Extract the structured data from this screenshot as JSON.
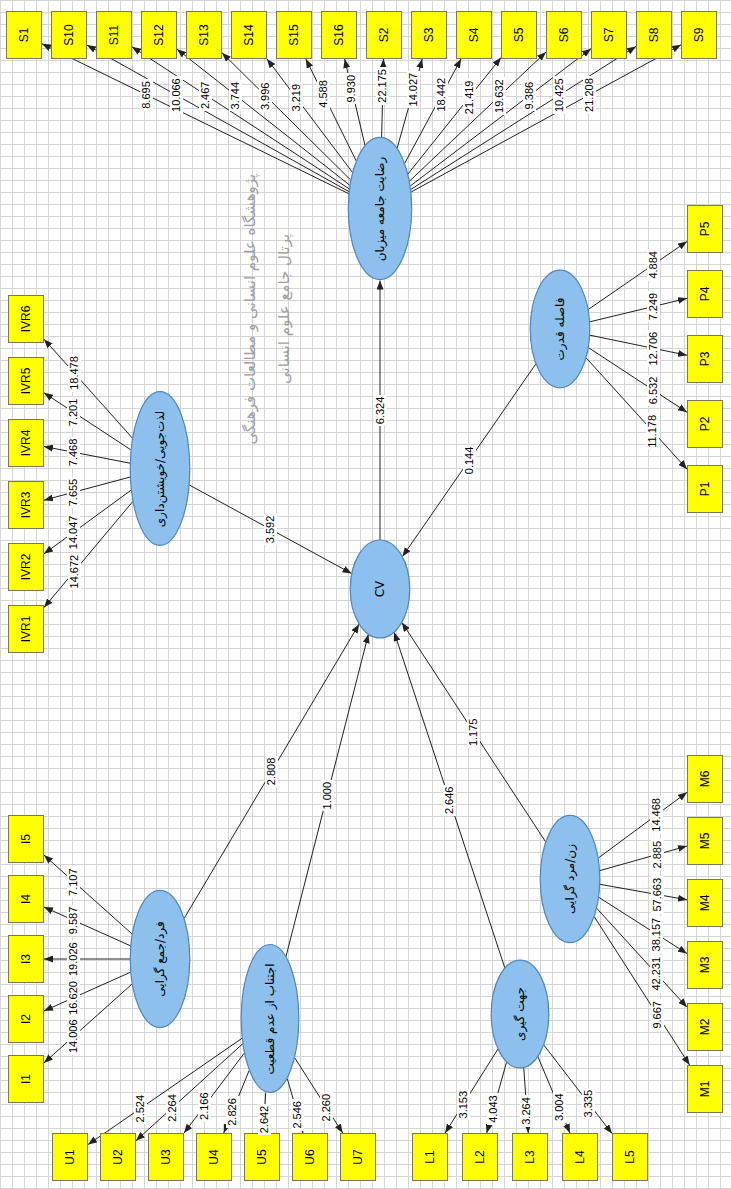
{
  "diagram": {
    "nodes": [
      {
        "text": [
          "رضایت جامعه میزبان"
        ]
      },
      {
        "text": [
          "S1"
        ]
      },
      {
        "text": [
          "S10"
        ]
      },
      {
        "text": [
          "S11"
        ]
      },
      {
        "text": [
          "S12"
        ]
      },
      {
        "text": [
          "S13"
        ]
      },
      {
        "text": [
          "S14"
        ]
      },
      {
        "text": [
          "S15"
        ]
      },
      {
        "text": [
          "S16"
        ]
      },
      {
        "text": [
          "S2"
        ]
      },
      {
        "text": [
          "S3"
        ]
      },
      {
        "text": [
          "S4"
        ]
      },
      {
        "text": [
          "S5"
        ]
      },
      {
        "text": [
          "S6"
        ]
      },
      {
        "text": [
          "S7"
        ]
      },
      {
        "text": [
          "S8"
        ]
      },
      {
        "text": [
          "S9"
        ]
      },
      {
        "text": [
          "لذت‌جویی/خویشتن‌داری"
        ]
      },
      {
        "text": [
          "IVR1"
        ]
      },
      {
        "text": [
          "IVR2"
        ]
      },
      {
        "text": [
          "IVR3"
        ]
      },
      {
        "text": [
          "IVR4"
        ]
      },
      {
        "text": [
          "IVR5"
        ]
      },
      {
        "text": [
          "IVR6"
        ]
      },
      {
        "text": [
          "فاصله قدرت"
        ]
      },
      {
        "text": [
          "P1"
        ]
      },
      {
        "text": [
          "P2"
        ]
      },
      {
        "text": [
          "P3"
        ]
      },
      {
        "text": [
          "P4"
        ]
      },
      {
        "text": [
          "P5"
        ]
      },
      {
        "text": [
          "CV"
        ]
      },
      {
        "text": [
          "فرد/جمع گرایی"
        ]
      },
      {
        "text": [
          "I1"
        ]
      },
      {
        "text": [
          "I2"
        ]
      },
      {
        "text": [
          "I3"
        ]
      },
      {
        "text": [
          "I4"
        ]
      },
      {
        "text": [
          "I5"
        ]
      },
      {
        "text": [
          "اجتناب از عدم قطعیت"
        ]
      },
      {
        "text": [
          "U1"
        ]
      },
      {
        "text": [
          "U2"
        ]
      },
      {
        "text": [
          "U3"
        ]
      },
      {
        "text": [
          "U4"
        ]
      },
      {
        "text": [
          "U5"
        ]
      },
      {
        "text": [
          "U6"
        ]
      },
      {
        "text": [
          "U7"
        ]
      },
      {
        "text": [
          "جهت گیری"
        ]
      },
      {
        "text": [
          "L1"
        ]
      },
      {
        "text": [
          "L2"
        ]
      },
      {
        "text": [
          "L3"
        ]
      },
      {
        "text": [
          "L4"
        ]
      },
      {
        "text": [
          "L5"
        ]
      },
      {
        "text": [
          "زن/مرد گرایی"
        ]
      },
      {
        "text": [
          "M1"
        ]
      },
      {
        "text": [
          "M2"
        ]
      },
      {
        "text": [
          "M3"
        ]
      },
      {
        "text": [
          "M4"
        ]
      },
      {
        "text": [
          "M5"
        ]
      },
      {
        "text": [
          "M6"
        ]
      }
    ],
    "edges": [
      {
        "from": 0,
        "to": 1,
        "arrow": "to",
        "label": "8.695"
      },
      {
        "from": 0,
        "to": 2,
        "arrow": "to",
        "label": "10.066"
      },
      {
        "from": 0,
        "to": 3,
        "arrow": "to",
        "label": "2.467"
      },
      {
        "from": 0,
        "to": 4,
        "arrow": "to",
        "label": "3.744"
      },
      {
        "from": 0,
        "to": 5,
        "arrow": "to",
        "label": "3.996"
      },
      {
        "from": 0,
        "to": 6,
        "arrow": "to",
        "label": "3.219"
      },
      {
        "from": 0,
        "to": 7,
        "arrow": "to",
        "label": "4.588"
      },
      {
        "from": 0,
        "to": 8,
        "arrow": "to",
        "label": "9.930"
      },
      {
        "from": 0,
        "to": 9,
        "arrow": "to",
        "label": "22.175"
      },
      {
        "from": 0,
        "to": 10,
        "arrow": "to",
        "label": "14.027"
      },
      {
        "from": 0,
        "to": 11,
        "arrow": "to",
        "label": "18.442"
      },
      {
        "from": 0,
        "to": 12,
        "arrow": "to",
        "label": "21.419"
      },
      {
        "from": 0,
        "to": 13,
        "arrow": "to",
        "label": "19.632"
      },
      {
        "from": 0,
        "to": 14,
        "arrow": "to",
        "label": "9.386"
      },
      {
        "from": 0,
        "to": 15,
        "arrow": "to",
        "label": "10.425"
      },
      {
        "from": 0,
        "to": 16,
        "arrow": "to",
        "label": "21.208"
      },
      {
        "from": 17,
        "to": 18,
        "arrow": "to",
        "label": "14.672"
      },
      {
        "from": 17,
        "to": 19,
        "arrow": "to",
        "label": "14.047"
      },
      {
        "from": 17,
        "to": 20,
        "arrow": "to",
        "label": "7.655"
      },
      {
        "from": 17,
        "to": 21,
        "arrow": "to",
        "label": "7.468"
      },
      {
        "from": 17,
        "to": 22,
        "arrow": "to",
        "label": "7.201"
      },
      {
        "from": 17,
        "to": 23,
        "arrow": "to",
        "label": "18.478"
      },
      {
        "from": 24,
        "to": 25,
        "arrow": "to",
        "label": "11.178"
      },
      {
        "from": 24,
        "to": 26,
        "arrow": "to",
        "label": "6.532"
      },
      {
        "from": 24,
        "to": 27,
        "arrow": "to",
        "label": "12.706"
      },
      {
        "from": 24,
        "to": 28,
        "arrow": "to",
        "label": "7.249"
      },
      {
        "from": 24,
        "to": 29,
        "arrow": "to",
        "label": "4.884"
      },
      {
        "from": 31,
        "to": 32,
        "arrow": "to",
        "label": "14.006"
      },
      {
        "from": 31,
        "to": 33,
        "arrow": "to",
        "label": "16.620"
      },
      {
        "from": 31,
        "to": 34,
        "arrow": "to",
        "label": "19.026"
      },
      {
        "from": 31,
        "to": 35,
        "arrow": "to",
        "label": "9.587"
      },
      {
        "from": 31,
        "to": 36,
        "arrow": "to",
        "label": "7.107"
      },
      {
        "from": 37,
        "to": 38,
        "arrow": "to",
        "label": "2.524"
      },
      {
        "from": 37,
        "to": 39,
        "arrow": "to",
        "label": "2.264"
      },
      {
        "from": 37,
        "to": 40,
        "arrow": "to",
        "label": "2.166"
      },
      {
        "from": 37,
        "to": 41,
        "arrow": "to",
        "label": "2.826"
      },
      {
        "from": 37,
        "to": 42,
        "arrow": "to",
        "label": "2.642"
      },
      {
        "from": 37,
        "to": 43,
        "arrow": "to",
        "label": "2.546"
      },
      {
        "from": 37,
        "to": 44,
        "arrow": "to",
        "label": "2.260"
      },
      {
        "from": 45,
        "to": 46,
        "arrow": "to",
        "label": "3.153"
      },
      {
        "from": 45,
        "to": 47,
        "arrow": "to",
        "label": "4.043"
      },
      {
        "from": 45,
        "to": 48,
        "arrow": "to",
        "label": "3.264"
      },
      {
        "from": 45,
        "to": 49,
        "arrow": "to",
        "label": "3.004"
      },
      {
        "from": 45,
        "to": 50,
        "arrow": "to",
        "label": "3.335"
      },
      {
        "from": 51,
        "to": 52,
        "arrow": "to",
        "label": "9.667"
      },
      {
        "from": 51,
        "to": 53,
        "arrow": "to",
        "label": "42.231"
      },
      {
        "from": 51,
        "to": 54,
        "arrow": "to",
        "label": "38.157"
      },
      {
        "from": 51,
        "to": 55,
        "arrow": "to",
        "label": "57.663"
      },
      {
        "from": 51,
        "to": 56,
        "arrow": "to",
        "label": "2.885"
      },
      {
        "from": 51,
        "to": 57,
        "arrow": "to",
        "label": "14.468"
      },
      {
        "from": 30,
        "to": 0,
        "arrow": "to",
        "label": "6.324"
      },
      {
        "from": 17,
        "to": 30,
        "arrow": "to",
        "label": "3.592"
      },
      {
        "from": 24,
        "to": 30,
        "arrow": "to",
        "label": "0.144"
      },
      {
        "from": 31,
        "to": 30,
        "arrow": "to",
        "label": "2.808"
      },
      {
        "from": 37,
        "to": 30,
        "arrow": "to",
        "label": "1.000"
      },
      {
        "from": 45,
        "to": 30,
        "arrow": "to",
        "label": "2.646"
      },
      {
        "from": 51,
        "to": 30,
        "arrow": "to",
        "label": "1.175"
      }
    ],
    "labels": [
      "پژوهشگاه علوم انسانی و مطالعات فرهنگی",
      "پرتال جامع علوم انسانی"
    ]
  }
}
